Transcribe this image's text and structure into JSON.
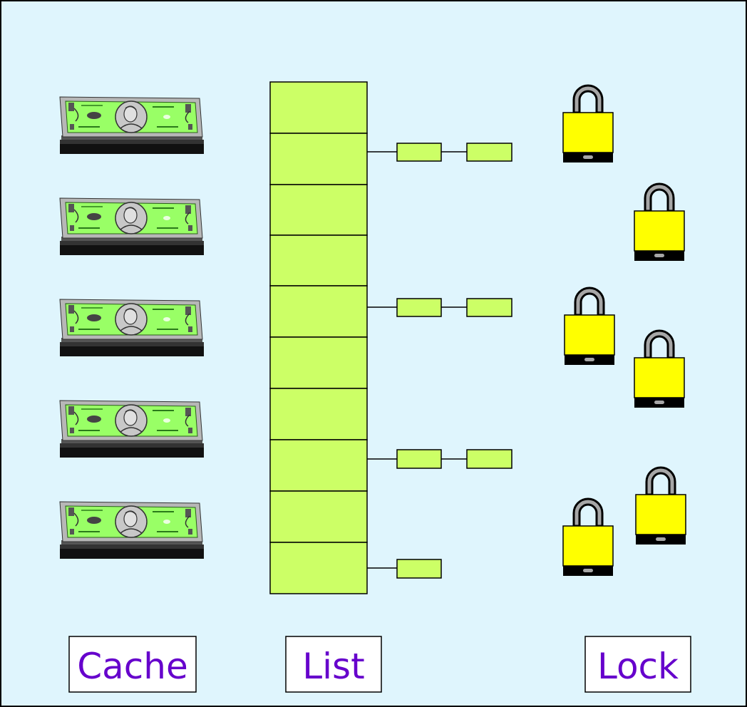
{
  "labels": {
    "cache": "Cache",
    "list": "List",
    "lock": "Lock"
  },
  "colors": {
    "background": "#dff5fd",
    "border": "#000000",
    "list_fill": "#ccff66",
    "lock_body": "#ffff00",
    "lock_base": "#000000",
    "shackle": "#a6a6a6",
    "bill_green": "#99ff66",
    "bill_gray": "#b7b7b7",
    "label_text": "#6600cc"
  },
  "icons": {
    "cache_item": "money-bill-stack-icon",
    "lock_item": "padlock-icon"
  },
  "list": {
    "bucket_count": 10,
    "chains": [
      {
        "bucket": 1,
        "nodes": 2
      },
      {
        "bucket": 4,
        "nodes": 2
      },
      {
        "bucket": 7,
        "nodes": 2
      },
      {
        "bucket": 9,
        "nodes": 1
      }
    ]
  }
}
